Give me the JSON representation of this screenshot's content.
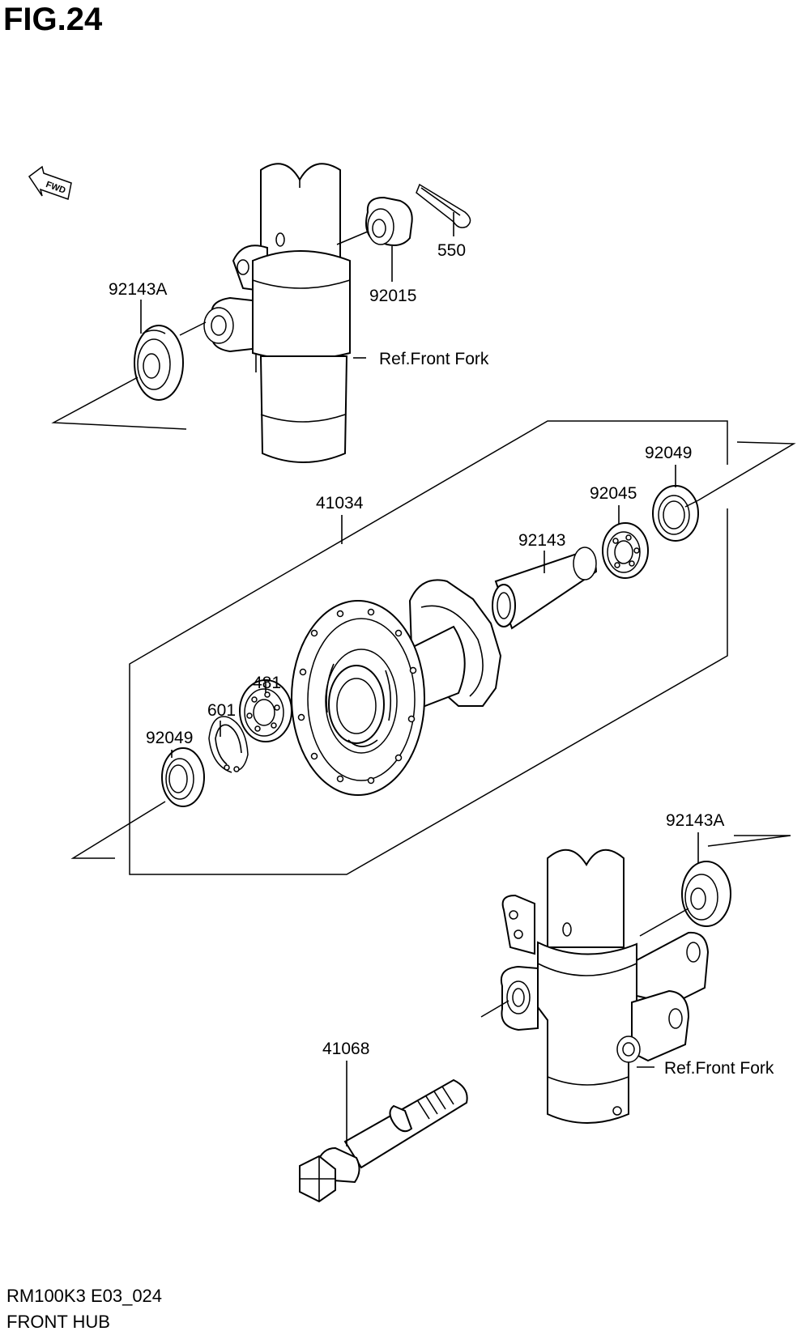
{
  "figure": {
    "title": "FIG.24",
    "model_code": "RM100K3 E03_024",
    "section_name": "FRONT HUB"
  },
  "direction_marker": {
    "icon": "fwd-arrow-icon",
    "text": "FWD"
  },
  "callouts": {
    "p550": "550",
    "p92015": "92015",
    "p92143A_top": "92143A",
    "ref_fork_top": "Ref.Front Fork",
    "p41034": "41034",
    "p92049_right": "92049",
    "p92045": "92045",
    "p92143": "92143",
    "p481": "481",
    "p601": "601",
    "p92049_left": "92049",
    "p92143A_bottom": "92143A",
    "p41068": "41068",
    "ref_fork_bottom": "Ref.Front Fork"
  }
}
